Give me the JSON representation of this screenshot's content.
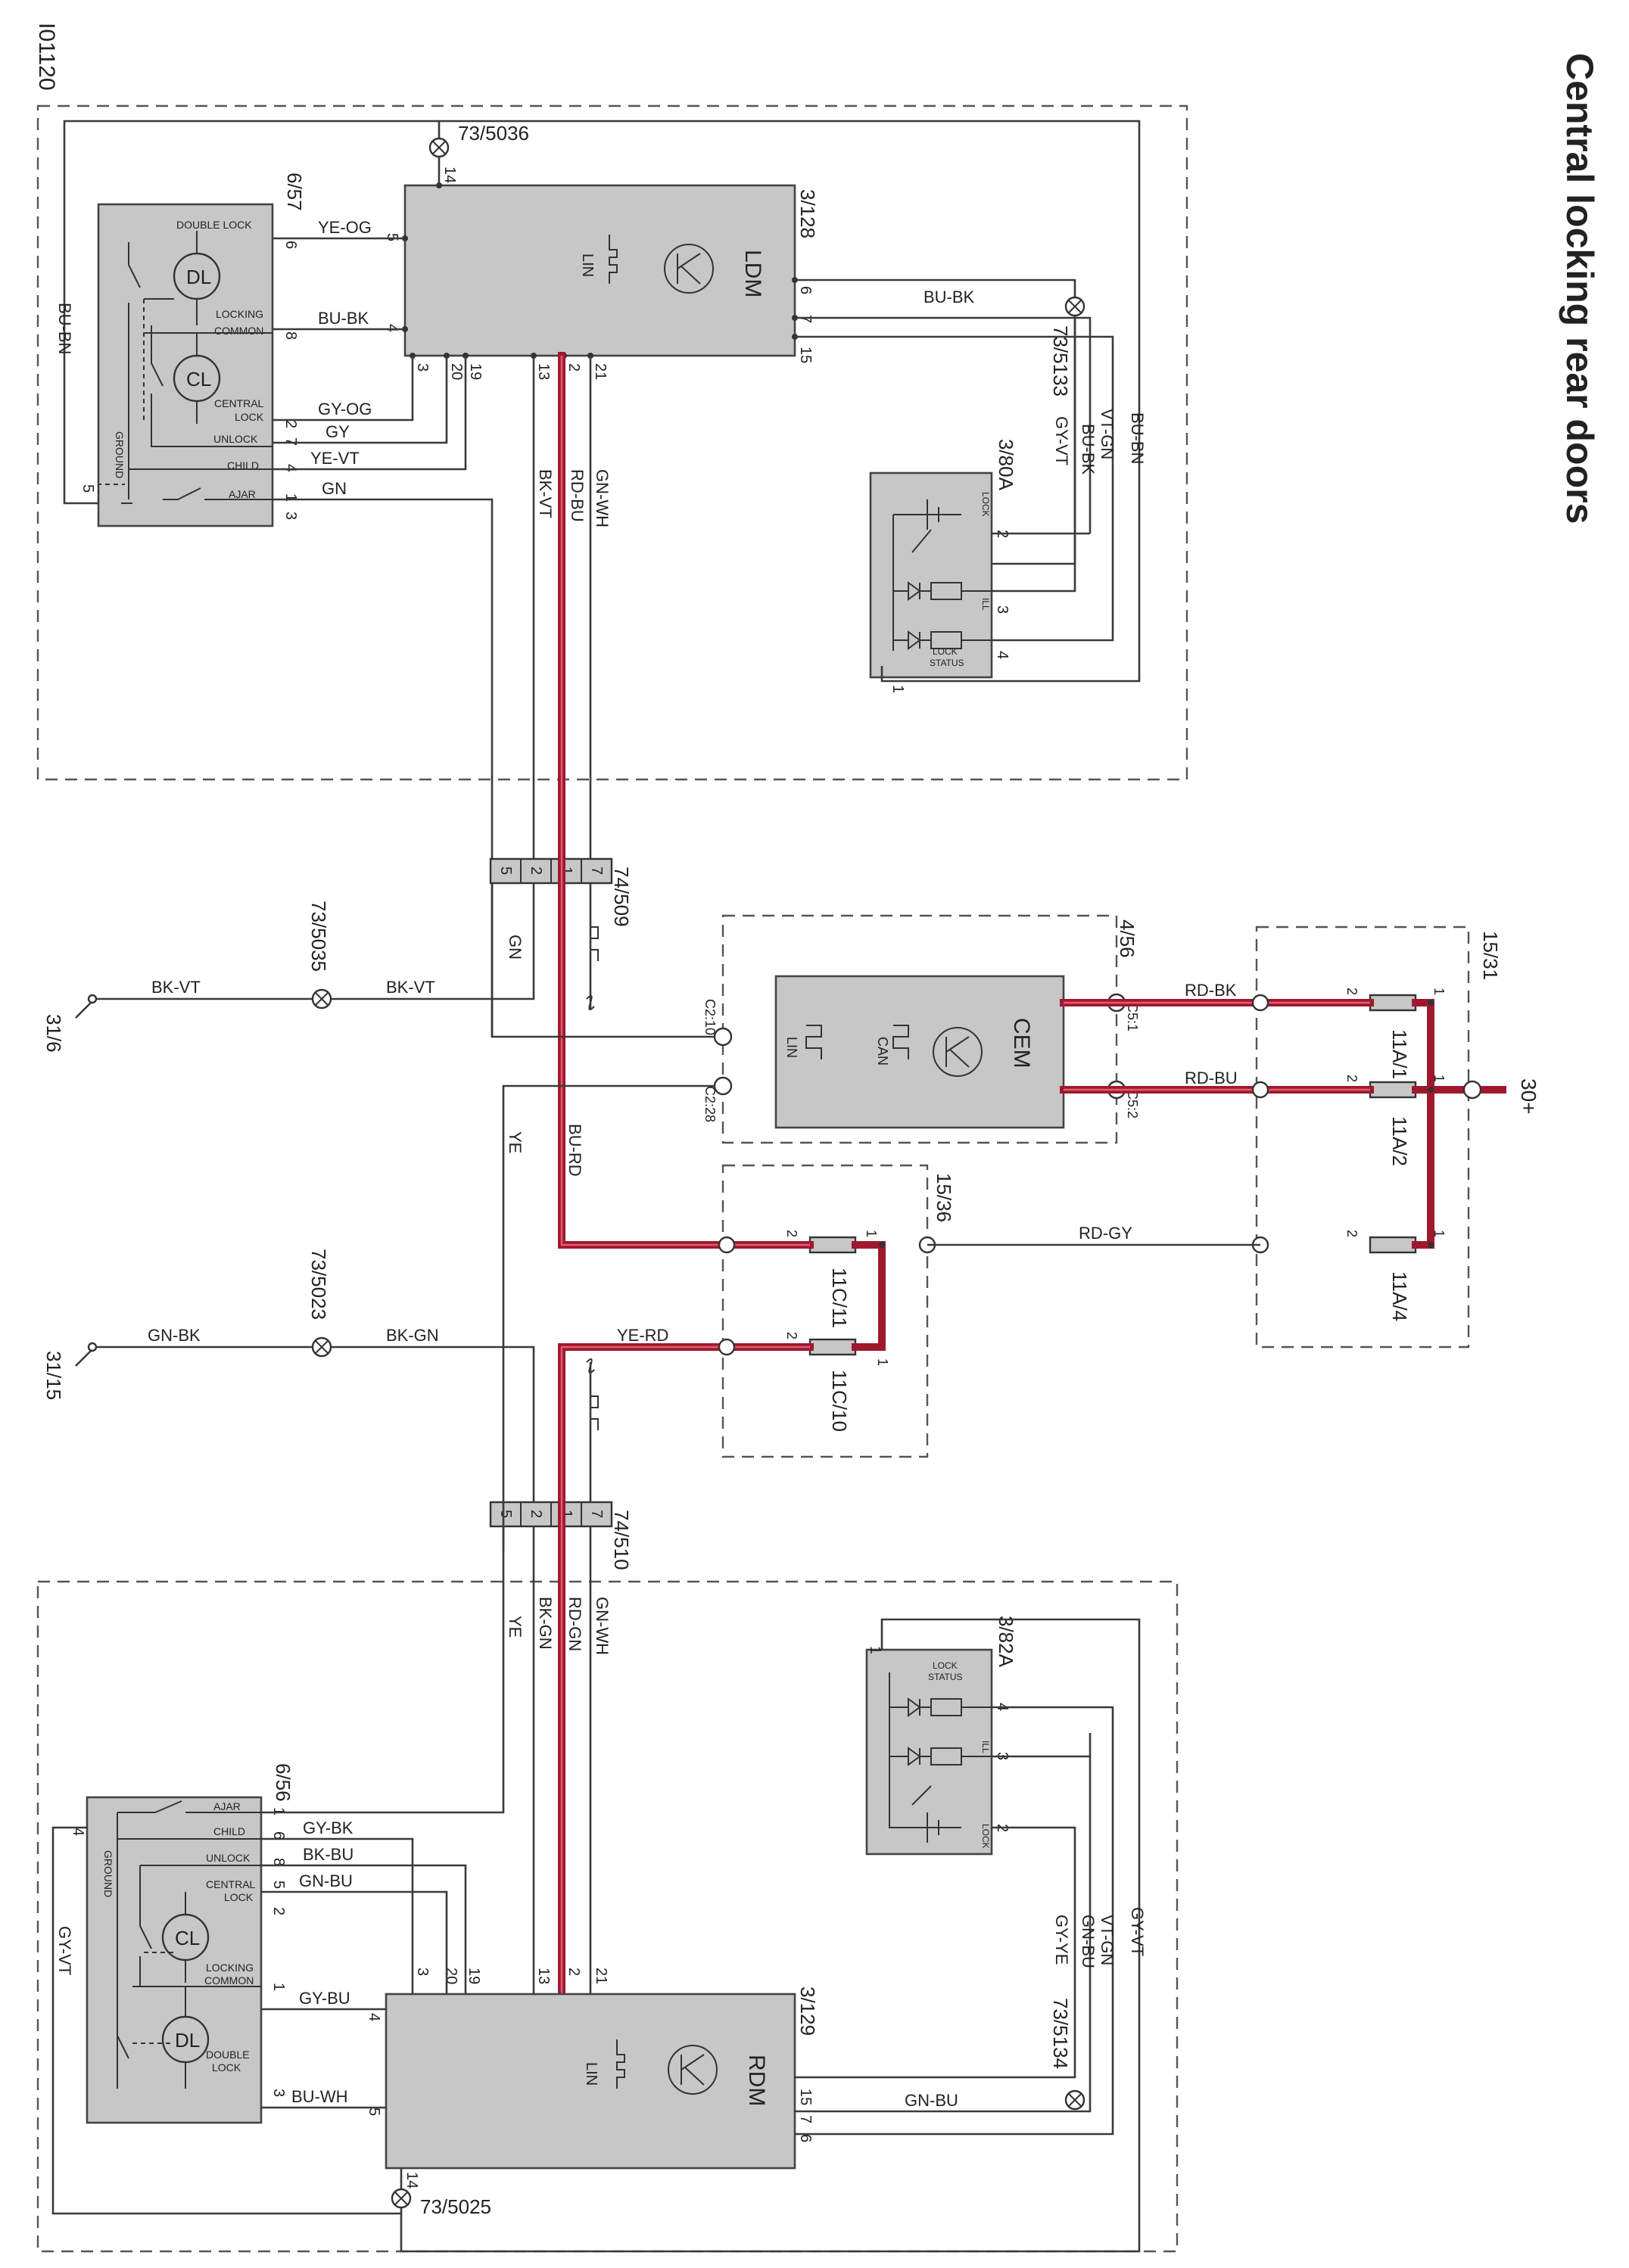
{
  "title": "Central locking rear doors",
  "image_id_label": "I01120",
  "components": {
    "ldm": {
      "ref": "3/128",
      "name": "LDM",
      "bus": "LIN"
    },
    "rdm": {
      "ref": "3/129",
      "name": "RDM",
      "bus": "LIN"
    },
    "cem": {
      "ref": "4/56",
      "name": "CEM",
      "bus1": "CAN",
      "bus2": "LIN"
    },
    "lock_unit_front": {
      "ref": "6/57",
      "labels": [
        "DOUBLE LOCK",
        "LOCKING",
        "COMMON",
        "CENTRAL",
        "LOCK",
        "UNLOCK",
        "CHILD",
        "AJAR",
        "GROUND"
      ],
      "motors": [
        "DL",
        "CL"
      ],
      "pins": [
        "6",
        "8",
        "2",
        "7",
        "4",
        "1",
        "3",
        "5"
      ]
    },
    "lock_unit_rear": {
      "ref": "6/56",
      "labels": [
        "AJAR",
        "CHILD",
        "UNLOCK",
        "CENTRAL",
        "LOCK",
        "LOCKING",
        "COMMON",
        "DOUBLE",
        "LOCK",
        "GROUND"
      ],
      "motors": [
        "CL",
        "DL"
      ],
      "pins": [
        "1",
        "6",
        "8",
        "5",
        "2",
        "1",
        "3",
        "4"
      ]
    },
    "switch_front": {
      "ref": "3/80A",
      "labels": [
        "LOCK",
        "ILL",
        "LOCK",
        "STATUS"
      ],
      "pins": [
        "2",
        "3",
        "4",
        "1"
      ]
    },
    "switch_rear": {
      "ref": "3/82A",
      "labels": [
        "LOCK",
        "STATUS",
        "ILL",
        "LOCK"
      ],
      "pins": [
        "1",
        "4",
        "3",
        "2"
      ]
    },
    "fusebox_main": {
      "ref": "15/31",
      "fuses": [
        "11A/1",
        "11A/2",
        "11A/4"
      ],
      "supply": "30+"
    },
    "fusebox_aux": {
      "ref": "15/36",
      "fuses": [
        "11C/11",
        "11C/10"
      ]
    },
    "connectors": [
      "74/509",
      "74/510"
    ],
    "connector_pins": [
      "5",
      "2",
      "1",
      "7"
    ],
    "splices": [
      "73/5036",
      "73/5133",
      "73/5035",
      "73/5023",
      "73/5134",
      "73/5025"
    ],
    "grounds": [
      "31/6",
      "31/15"
    ],
    "cem_pins": [
      "C2:10",
      "C2:28",
      "C5:1",
      "C5:2"
    ],
    "ldm_pins": [
      "14",
      "5",
      "4",
      "3",
      "20",
      "19",
      "13",
      "2",
      "21",
      "6",
      "7",
      "15"
    ],
    "rdm_pins": [
      "3",
      "20",
      "19",
      "13",
      "2",
      "21",
      "4",
      "5",
      "14",
      "15",
      "7",
      "6"
    ],
    "fuse_pins": [
      "1",
      "2"
    ]
  },
  "wires": {
    "front": [
      "YE-OG",
      "BU-BK",
      "GY-OG",
      "GY",
      "YE-VT",
      "GN",
      "BU-BN",
      "BU-BK",
      "VT-GN",
      "BU-BN",
      "BU-BK",
      "GY-VT",
      "BK-VT",
      "RD-BU",
      "GN-WH"
    ],
    "middle": [
      "GN",
      "BK-VT",
      "BK-VT",
      "RD-BK",
      "RD-BU",
      "YE",
      "BU-RD",
      "RD-GY",
      "GN-BK",
      "BK-GN",
      "YE-RD"
    ],
    "rear": [
      "GY-BK",
      "BK-BU",
      "GN-BU",
      "GY-BU",
      "BU-WH",
      "GY-VT",
      "YE",
      "BK-GN",
      "RD-GN",
      "GN-WH",
      "GY-VT",
      "VT-GN",
      "GN-BU",
      "GY-YE",
      "GN-BU"
    ]
  },
  "colors": {
    "power_wire": "#a0182e",
    "module_fill": "#c7c7c7",
    "signal_wire": "#3a3a3a"
  }
}
